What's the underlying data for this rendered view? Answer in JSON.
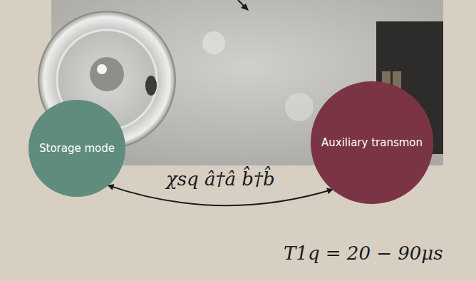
{
  "diagram": {
    "nodes": [
      {
        "text": [
          "Storage mode"
        ]
      },
      {
        "text": [
          "Auxiliary transmon"
        ]
      }
    ],
    "edges": [
      {
        "from": 0,
        "to": 1,
        "arrow": "both",
        "label": "χsq â†â b̂†b̂"
      }
    ],
    "labels": [
      "T1q = 20 − 90μs"
    ]
  }
}
